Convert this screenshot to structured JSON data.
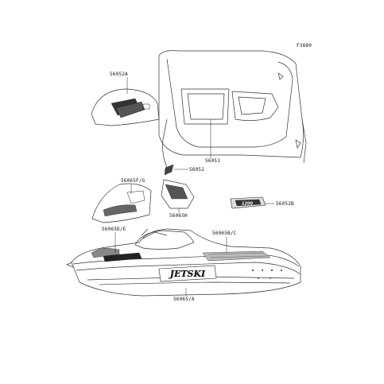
{
  "figure_id": "F3880",
  "part_labels": {
    "p56052A": "56052A",
    "p56051": "56051",
    "p56052": "56052",
    "p56065FG": "56065F/G",
    "p56065H": "56065H",
    "p56052B": "56052B",
    "p56065DE": "56065D/E",
    "p56065BC": "56065B/C",
    "p56065A": "56065/A"
  },
  "decals": {
    "hull_logo_text": "JETSKI",
    "small_decal_text": "1200"
  },
  "colors": {
    "line": "#222222",
    "decal_dark": "#333333",
    "background": "#ffffff"
  }
}
